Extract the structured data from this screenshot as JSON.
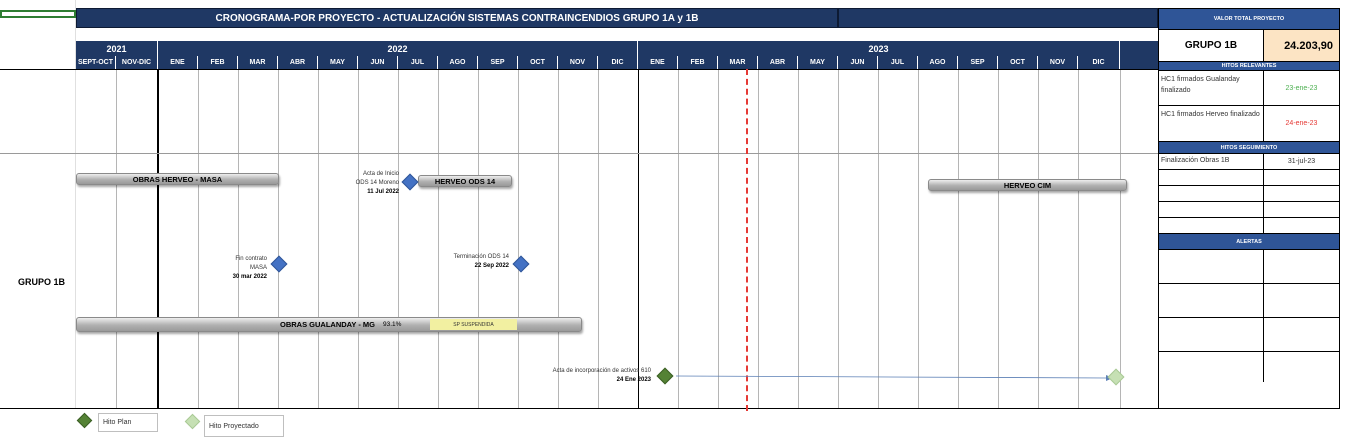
{
  "header": {
    "title": "CRONOGRAMA-POR PROYECTO  - ACTUALIZACIÓN SISTEMAS CONTRAINCENDIOS GRUPO 1A y 1B"
  },
  "years": [
    "2021",
    "2022",
    "2023"
  ],
  "months": [
    "SEPT-OCT",
    "NOV-DIC",
    "ENE",
    "FEB",
    "MAR",
    "ABR",
    "MAY",
    "JUN",
    "JUL",
    "AGO",
    "SEP",
    "OCT",
    "NOV",
    "DIC",
    "ENE",
    "FEB",
    "MAR",
    "ABR",
    "MAY",
    "JUN",
    "JUL",
    "AGO",
    "SEP",
    "OCT",
    "NOV",
    "DIC"
  ],
  "group_label": "GRUPO 1B",
  "bars": {
    "obras_herveo_masa": "OBRAS HERVEO - MASA",
    "herveo_ods14": "HERVEO ODS 14",
    "herveo_cim": "HERVEO CIM",
    "obras_gualanday": "OBRAS GUALANDAY - MG",
    "gualanday_pct": "93.1%",
    "suspendida": "SP SUSPENDIDA"
  },
  "milestones": {
    "acta_inicio": {
      "line1": "Acta de Inicio",
      "line2": "ODS 14 Moreno",
      "date": "11 Jul 2022"
    },
    "fin_contrato": {
      "line1": "Fin contrato",
      "line2": "MASA",
      "date": "30 mar 2022"
    },
    "terminacion": {
      "line1": "Terminación ODS 14",
      "date": "22 Sep 2022"
    },
    "acta_incorporacion": {
      "line1": "Acta de incorporación de activos 610",
      "date": "24 Ene 2023"
    }
  },
  "panel": {
    "valor_total_header": "VALOR TOTAL PROYECTO",
    "grupo": "GRUPO 1B",
    "valor": "24.203,90",
    "hitos_relevantes_header": "HITOS RELEVANTES",
    "hitos_relevantes": [
      {
        "label": "HC1 firmados  Gualanday finalizado",
        "date": "23-ene-23",
        "color": "#4caf50"
      },
      {
        "label": "HC1 firmados  Herveo finalizado",
        "date": "24-ene-23",
        "color": "#e53935"
      }
    ],
    "hitos_seguimiento_header": "HITOS SEGUIMIENTO",
    "hitos_seguimiento": [
      {
        "label": "Finalización Obras 1B",
        "date": "31-jul-23"
      }
    ],
    "alertas_header": "ALERTAS"
  },
  "legend": {
    "plan": "Hito Plan",
    "projected": "Hito Proyectado"
  },
  "colors": {
    "header_bg": "#1f3864",
    "panel_header_bg": "#2f5597",
    "value_bg": "#fce4c4",
    "today_line": "#e53935"
  }
}
